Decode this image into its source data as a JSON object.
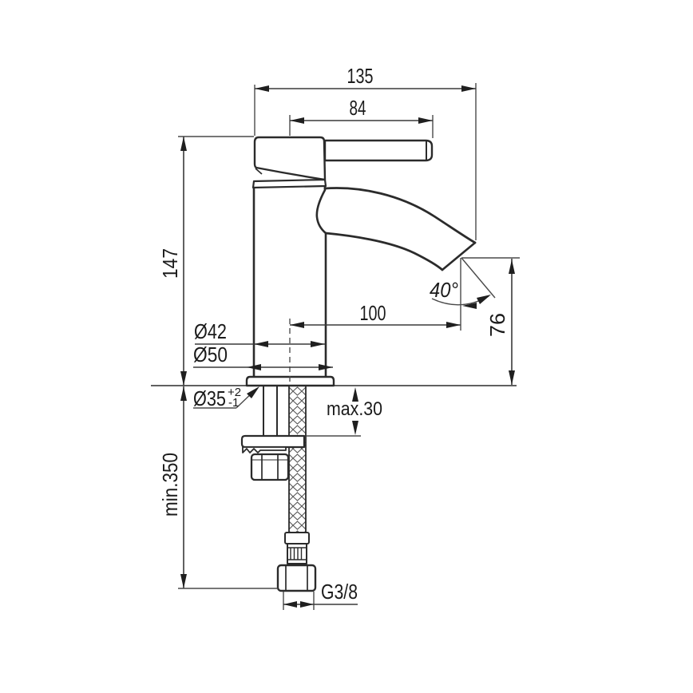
{
  "drawing": {
    "kind": "single-lever-basin-mixer-dimensional-drawing",
    "colors": {
      "background": "#ffffff",
      "outline": "#2b2b2b",
      "dimension_lines": "#3a3a3a",
      "text": "#1b1b1b"
    },
    "dims": {
      "total_width": "135",
      "handle_length": "84",
      "height": "147",
      "spout_reach": "100",
      "spout_angle": "40°",
      "outlet_height": "76",
      "body_diameter": "Ø42",
      "base_diameter": "Ø50",
      "hole_diameter": "Ø35",
      "hole_tol_plus": "+2",
      "hole_tol_minus": "-1",
      "deck_thickness_max": "max.30",
      "hose_length_min": "min.350",
      "thread": "G3/8"
    }
  }
}
